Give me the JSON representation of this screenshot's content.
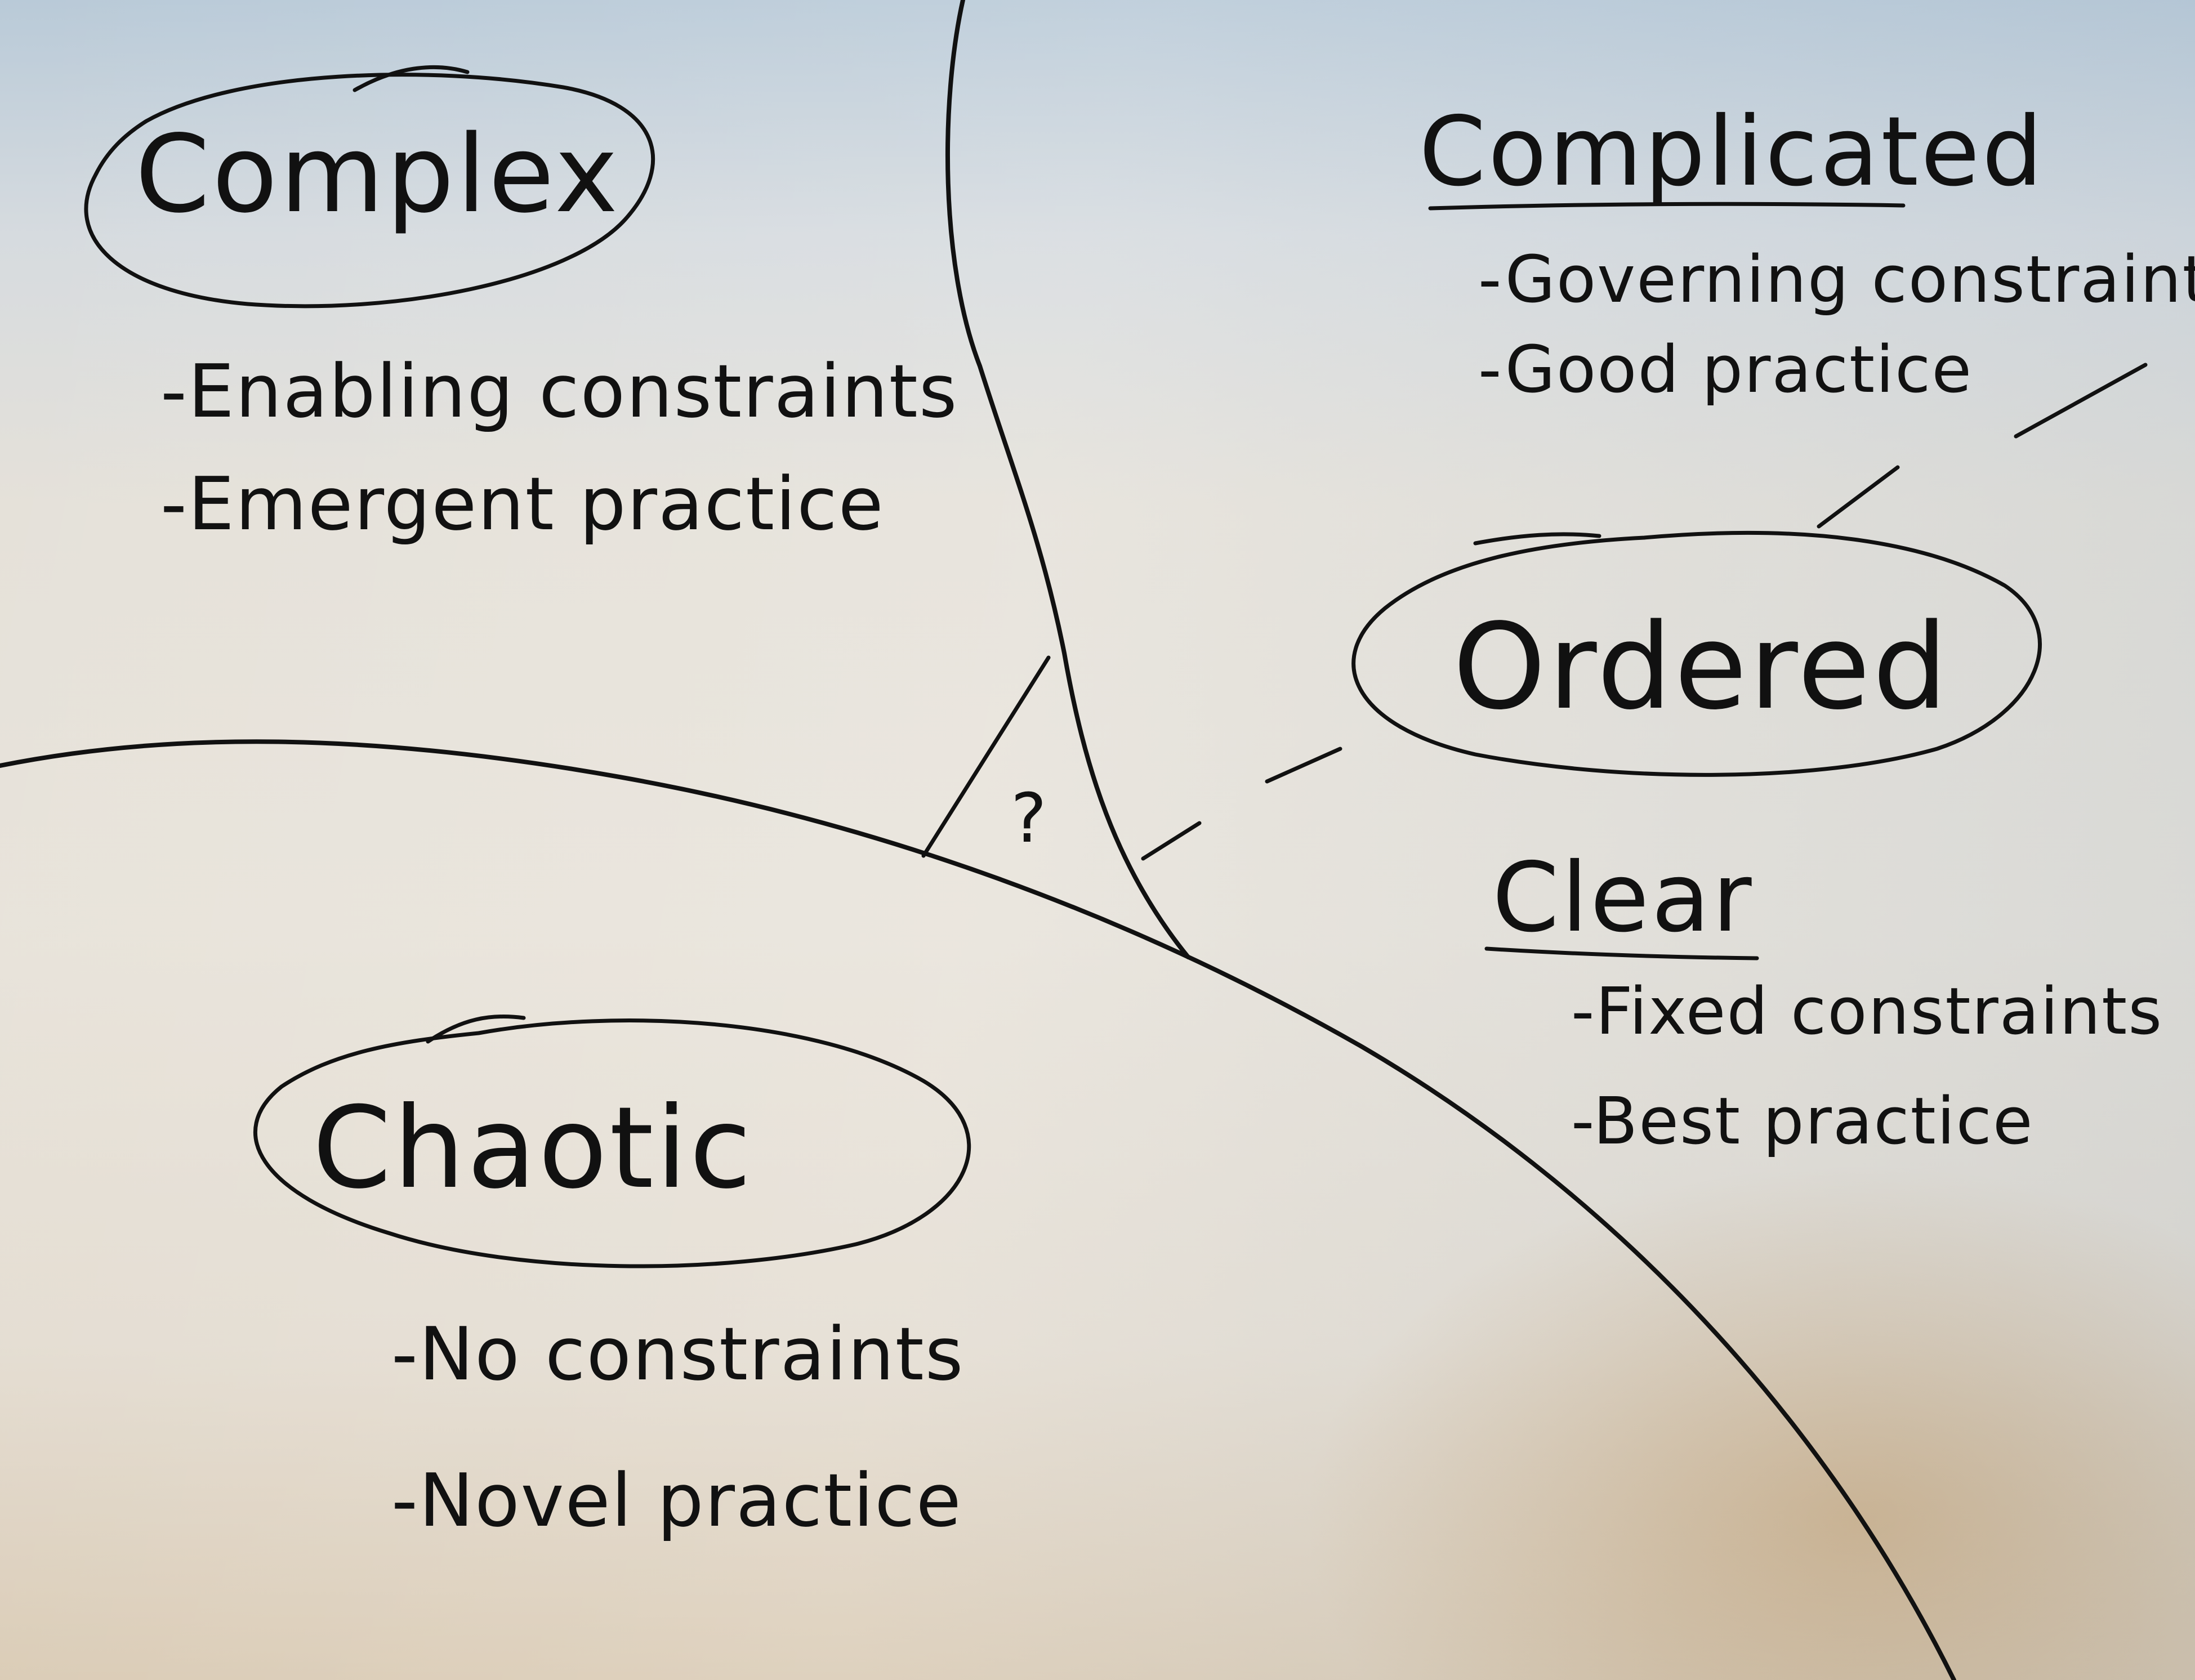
{
  "domains": {
    "complex": {
      "title": "Complex",
      "items": [
        "-Enabling constraints",
        "-Emergent practice"
      ]
    },
    "complicated": {
      "title": "Complicated",
      "items": [
        "-Governing constraints",
        "-Good practice"
      ]
    },
    "ordered": {
      "title": "Ordered"
    },
    "clear": {
      "title": "Clear",
      "items": [
        "-Fixed constraints",
        "-Best practice"
      ]
    },
    "chaotic": {
      "title": "Chaotic",
      "items": [
        "-No constraints",
        "-Novel practice"
      ]
    }
  },
  "center": {
    "symbol": "?"
  },
  "colors": {
    "ink": "#111111",
    "paper": "#e8e3da",
    "sky_tint": "#b9cad8"
  }
}
